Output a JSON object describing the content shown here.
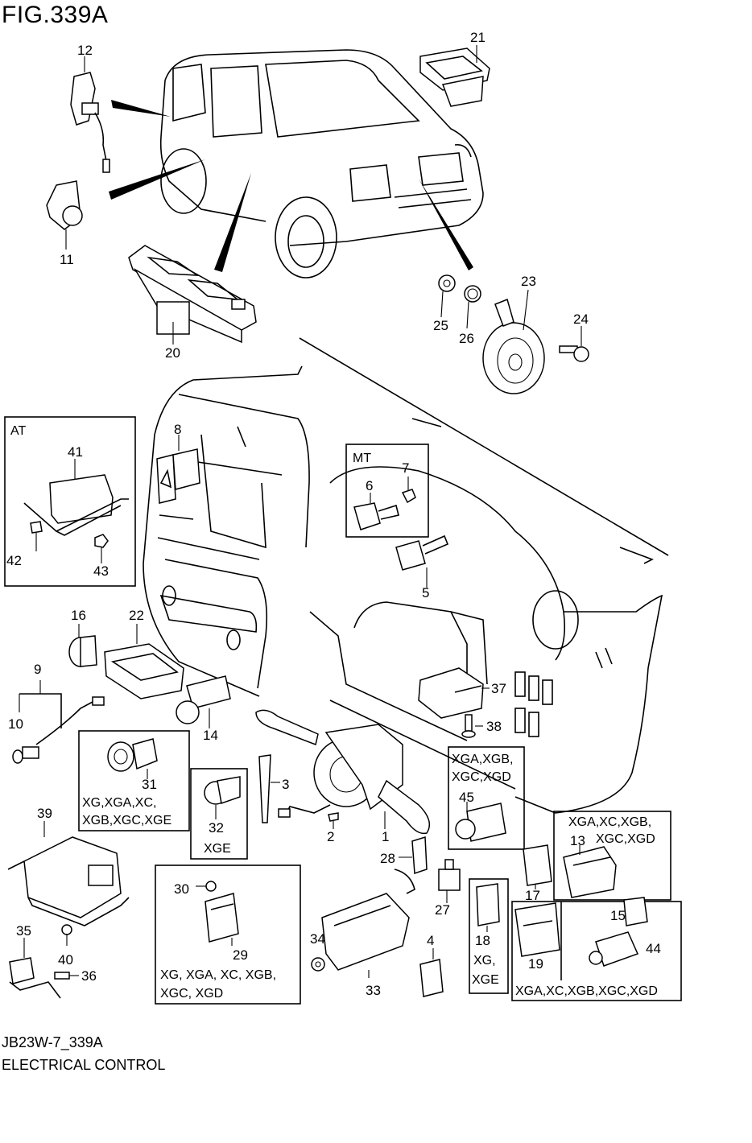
{
  "figure": {
    "title": "FIG.339A",
    "code": "JB23W-7_339A",
    "name": "ELECTRICAL CONTROL"
  },
  "parts": [
    {
      "no": "1"
    },
    {
      "no": "2"
    },
    {
      "no": "3"
    },
    {
      "no": "4"
    },
    {
      "no": "5"
    },
    {
      "no": "6"
    },
    {
      "no": "7"
    },
    {
      "no": "8"
    },
    {
      "no": "9"
    },
    {
      "no": "10"
    },
    {
      "no": "11"
    },
    {
      "no": "12"
    },
    {
      "no": "13"
    },
    {
      "no": "14"
    },
    {
      "no": "15"
    },
    {
      "no": "16"
    },
    {
      "no": "17"
    },
    {
      "no": "18"
    },
    {
      "no": "19"
    },
    {
      "no": "20"
    },
    {
      "no": "21"
    },
    {
      "no": "22"
    },
    {
      "no": "23"
    },
    {
      "no": "24"
    },
    {
      "no": "25"
    },
    {
      "no": "26"
    },
    {
      "no": "27"
    },
    {
      "no": "28"
    },
    {
      "no": "29"
    },
    {
      "no": "30"
    },
    {
      "no": "31"
    },
    {
      "no": "32"
    },
    {
      "no": "33"
    },
    {
      "no": "34"
    },
    {
      "no": "35"
    },
    {
      "no": "36"
    },
    {
      "no": "37"
    },
    {
      "no": "38"
    },
    {
      "no": "39"
    },
    {
      "no": "40"
    },
    {
      "no": "41"
    },
    {
      "no": "42"
    },
    {
      "no": "43"
    },
    {
      "no": "44"
    },
    {
      "no": "45"
    }
  ],
  "variant_boxes": {
    "at": "AT",
    "mt": "MT",
    "box31": [
      "XG,XGA,XC,",
      "XGB,XGC,XGE"
    ],
    "box32": [
      "XGE"
    ],
    "box45": [
      "XGA,XGB,",
      "XGC,XGD"
    ],
    "box13": [
      "XGA,XC,XGB,",
      "XGC,XGD"
    ],
    "box18": [
      "XG,",
      "XGE"
    ],
    "box19": [
      "XGA,XC,XGB,XGC,XGD"
    ],
    "box29": [
      "XG, XGA, XC, XGB,",
      "XGC, XGD"
    ]
  }
}
